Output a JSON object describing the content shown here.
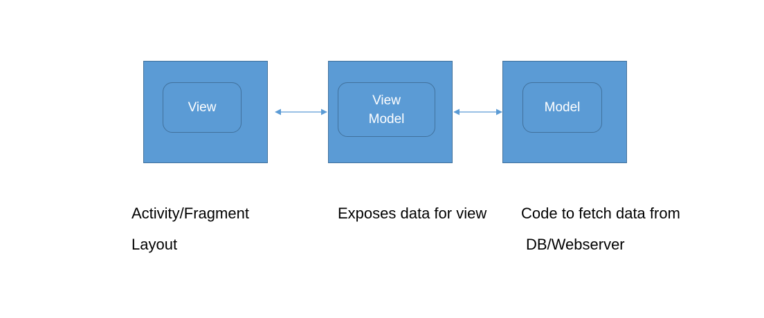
{
  "diagram": {
    "nodes": [
      {
        "id": "view",
        "label": "View"
      },
      {
        "id": "viewmodel",
        "label": "View\nModel"
      },
      {
        "id": "model",
        "label": "Model"
      }
    ],
    "edges": [
      {
        "from": "view",
        "to": "viewmodel",
        "direction": "both"
      },
      {
        "from": "viewmodel",
        "to": "model",
        "direction": "both"
      }
    ],
    "colors": {
      "box_fill": "#5b9bd5",
      "box_border": "#41719c",
      "arrow": "#5b9bd5",
      "label_text": "#ffffff",
      "caption_text": "#000000"
    }
  },
  "captions": {
    "view_line1": "Activity/Fragment",
    "view_line2": "Layout",
    "viewmodel_line1": "Exposes data for view",
    "model_line1": "Code to fetch data from",
    "model_line2": "DB/Webserver"
  }
}
